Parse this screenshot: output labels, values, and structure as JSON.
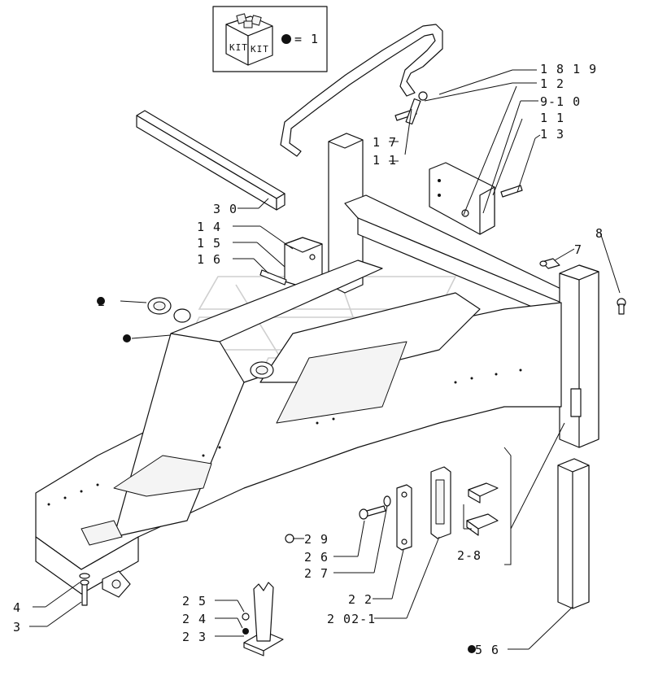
{
  "kit": {
    "box_text_left": "KIT",
    "box_text_right": "KIT",
    "legend": "= 1"
  },
  "labels": {
    "l_18_19": "1 8 1 9",
    "l_12": "1 2",
    "l_9_10": "9-1 0",
    "l_11a": "1 1",
    "l_13": "1 3",
    "l_17": "1 7",
    "l_11b": "1 1",
    "l_30": "3 0",
    "l_14": "1 4",
    "l_15": "1 5",
    "l_16": "1 6",
    "l_2": "2",
    "l_8": "8",
    "l_7": "7",
    "l_29": "2 9",
    "l_26": "2 6",
    "l_27": "2 7",
    "l_28": "2-8",
    "l_22": "2 2",
    "l_20_21": "2 02-1",
    "l_25": "2 5",
    "l_24": "2 4",
    "l_23": "2 3",
    "l_4": "4",
    "l_3": "3",
    "l_5_6": "5 6"
  }
}
